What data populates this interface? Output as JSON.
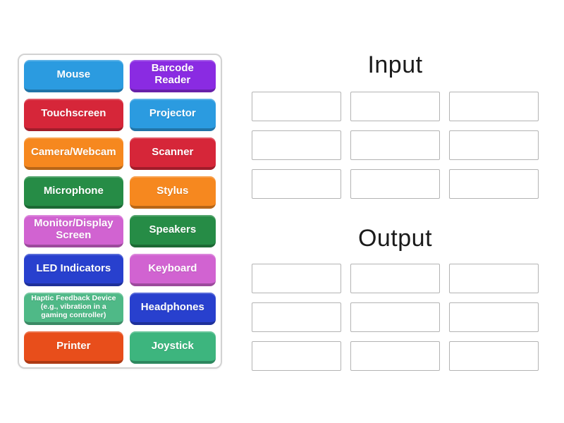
{
  "theme": {
    "page_background": "#ffffff",
    "panel_border": "#d2d2d2",
    "slot_border": "#b3b3b3",
    "heading_color": "#1b1b1b",
    "tile_text_color": "#ffffff"
  },
  "tiles_panel": {
    "tiles": [
      {
        "label": "Mouse",
        "color": "#2b9be0"
      },
      {
        "label": "Barcode Reader",
        "color": "#8a2be2"
      },
      {
        "label": "Touchscreen",
        "color": "#d62639"
      },
      {
        "label": "Projector",
        "color": "#2b9be0"
      },
      {
        "label": "Camera/Webcam",
        "color": "#f6881f"
      },
      {
        "label": "Scanner",
        "color": "#d62639"
      },
      {
        "label": "Microphone",
        "color": "#268c46"
      },
      {
        "label": "Stylus",
        "color": "#f6881f"
      },
      {
        "label": "Monitor/Display Screen",
        "color": "#d163d1"
      },
      {
        "label": "Speakers",
        "color": "#268c46"
      },
      {
        "label": "LED Indicators",
        "color": "#2840ce"
      },
      {
        "label": "Keyboard",
        "color": "#d163d1"
      },
      {
        "label": "Haptic Feedback Device (e.g., vibration in a gaming controller)",
        "color": "#4fb987",
        "small": true
      },
      {
        "label": "Headphones",
        "color": "#2840ce"
      },
      {
        "label": "Printer",
        "color": "#e84e1b"
      },
      {
        "label": "Joystick",
        "color": "#3db57e"
      }
    ]
  },
  "groups": [
    {
      "label": "Input",
      "slot_count": 9
    },
    {
      "label": "Output",
      "slot_count": 9
    }
  ]
}
